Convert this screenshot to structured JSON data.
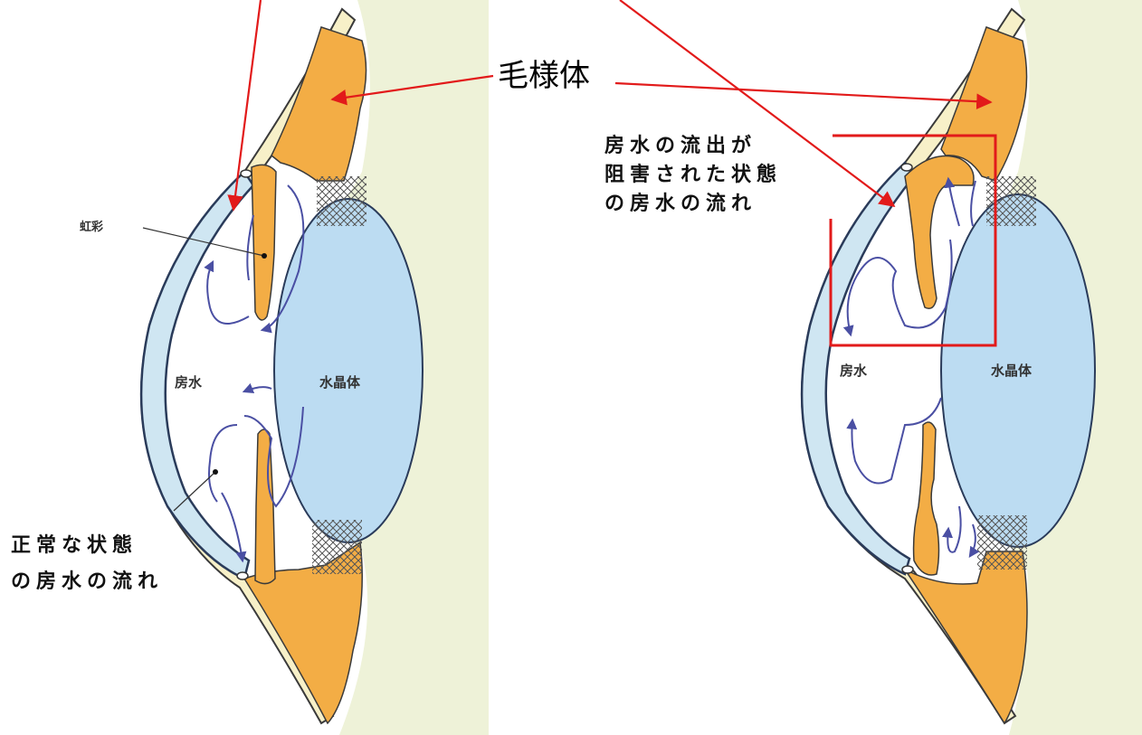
{
  "labels": {
    "ciliary_body": "毛様体",
    "iris": "虹彩",
    "aqueous_left": "房水",
    "aqueous_right": "房水",
    "lens_left": "水晶体",
    "lens_right": "水晶体",
    "normal_line1": "正常な状態",
    "normal_line2": "の房水の流れ",
    "blocked_line1": "房水の流出が",
    "blocked_line2": "阻害された状態",
    "blocked_line3": "の房水の流れ"
  },
  "colors": {
    "skin_band": "#f7f0c8",
    "cornea": "#cfe6f2",
    "cornea_edge": "#2a3b5a",
    "ciliary": "#f3ad45",
    "lens": "#bcdcf2",
    "vitreous": "#eef2d8",
    "flow": "#4a4fa3",
    "callout": "#e21a1a"
  }
}
